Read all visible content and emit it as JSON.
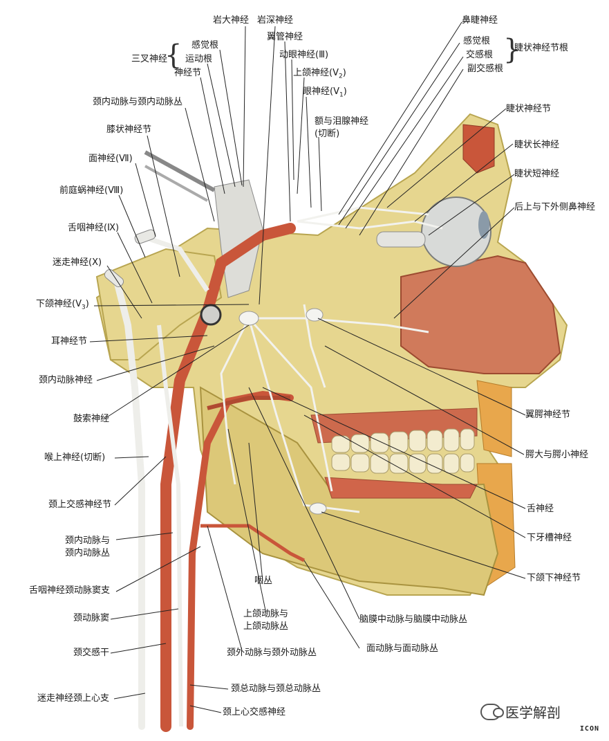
{
  "labels": {
    "petrosal_major": "岩大神经",
    "petrosal_deep": "岩深神经",
    "pterygoid_canal": "翼管神经",
    "trigeminal": "三叉神经",
    "sensory_root": "感觉根",
    "motor_root": "运动根",
    "ganglion": "神经节",
    "oculomotor": "动眼神经(Ⅲ)",
    "maxillary": "上颌神经(V",
    "maxillary_sub": "2",
    "ophthalmic": "眼神经(V",
    "ophthalmic_sub": "1",
    "frontal_lacrimal": "额与泪腺神经",
    "frontal_lacrimal_cut": "(切断)",
    "ica_plexus": "颈内动脉与颈内动脉丛",
    "geniculate": "膝状神经节",
    "facial": "面神经(Ⅶ)",
    "vestibulocochlear": "前庭蜗神经(Ⅷ)",
    "glossopharyngeal": "舌咽神经(Ⅸ)",
    "vagus": "迷走神经(Ⅹ)",
    "mandibular": "下颌神经(V",
    "mandibular_sub": "3",
    "otic": "耳神经节",
    "carotid_nerve": "颈内动脉神经",
    "chorda_tympani": "鼓索神经",
    "superior_laryngeal": "喉上神经(切断)",
    "superior_cervical_ganglion": "颈上交感神经节",
    "ica_plexus2_l1": "颈内动脉与",
    "ica_plexus2_l2": "颈内动脉丛",
    "carotid_sinus_branch": "舌咽神经颈动脉窦支",
    "carotid_sinus": "颈动脉窦",
    "sympathetic_trunk": "颈交感干",
    "vagus_cardiac": "迷走神经颈上心支",
    "nasociliary": "鼻睫神经",
    "sensory_root2": "感觉根",
    "sympathetic_root": "交感根",
    "parasympathetic_root": "副交感根",
    "ciliary_roots": "睫状神经节根",
    "ciliary_ganglion": "睫状神经节",
    "long_ciliary": "睫状长神经",
    "short_ciliary": "睫状短神经",
    "post_sup_lateral_nasal": "后上与下外侧鼻神经",
    "pterygopalatine": "翼腭神经节",
    "palatine": "腭大与腭小神经",
    "lingual": "舌神经",
    "inferior_alveolar": "下牙槽神经",
    "submandibular": "下颌下神经节",
    "middle_meningeal": "脑膜中动脉与脑膜中动脉丛",
    "facial_artery": "面动脉与面动脉丛",
    "pharyngeal_plexus": "咽丛",
    "maxillary_artery_l1": "上颌动脉与",
    "maxillary_artery_l2": "上颌动脉丛",
    "eca_plexus": "颈外动脉与颈外动脉丛",
    "cca_plexus": "颈总动脉与颈总动脉丛",
    "sup_cardiac": "颈上心交感神经"
  },
  "watermark": {
    "text": "医学解剖",
    "logo": "ICON"
  },
  "colors": {
    "bone": "#e9dc9a",
    "bone_dark": "#cdbd6a",
    "artery": "#c9563a",
    "nerve": "#f1f1ee",
    "mucosa": "#d07a5b"
  }
}
